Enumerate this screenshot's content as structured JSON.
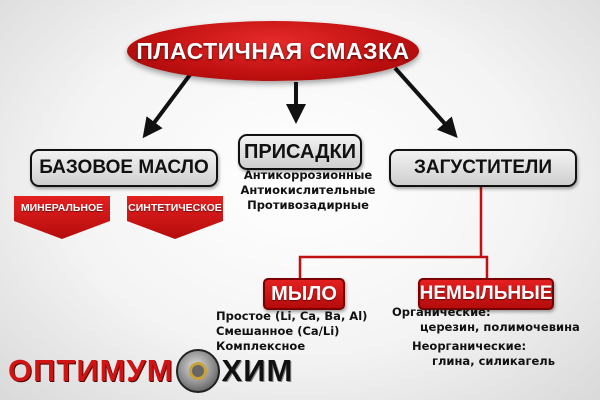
{
  "root": {
    "label": "ПЛАСТИЧНАЯ СМАЗКА"
  },
  "branches": {
    "base_oil": {
      "label": "БАЗОВОЕ МАСЛО",
      "types": [
        "МИНЕРАЛЬНОЕ",
        "СИНТЕТИЧЕСКОЕ"
      ]
    },
    "additives": {
      "label": "ПРИСАДКИ",
      "items": [
        "Антикоррозионные",
        "Антиокислительные",
        "Противозадирные"
      ]
    },
    "thickeners": {
      "label": "ЗАГУСТИТЕЛИ",
      "soap": {
        "label": "МЫЛО",
        "items": [
          "Простое (Li, Ca, Ba, Al)",
          "Смешанное (Ca/Li)",
          "Комплексное"
        ]
      },
      "non_soap": {
        "label": "НЕМЫЛЬНЫЕ",
        "organic_title": "Органические:",
        "organic_items": "церезин, полимочевина",
        "inorganic_title": "Неорганические:",
        "inorganic_items": "глина, силикагель"
      }
    }
  },
  "logo": {
    "part1": "ОПТИМУМ",
    "part2": "ХИМ",
    "icon": "bearing-icon"
  },
  "colors": {
    "accent_red": "#c81010",
    "box_grey": "#dcdcdc",
    "text_dark": "#111111"
  }
}
